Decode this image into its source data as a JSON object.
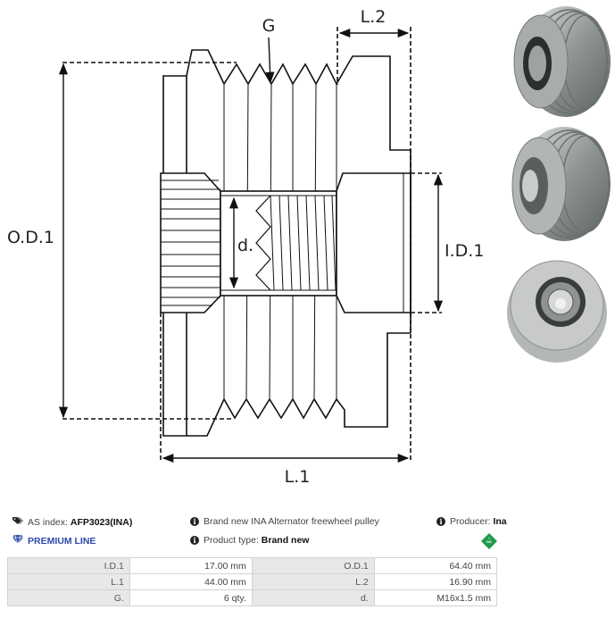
{
  "diagram": {
    "labels": {
      "groove": "G",
      "l2": "L.2",
      "l1": "L.1",
      "od1": "O.D.1",
      "id1": "I.D.1",
      "thread_d": "d."
    }
  },
  "photos": [
    {
      "name": "pulley-front-splined-view"
    },
    {
      "name": "pulley-angled-view"
    },
    {
      "name": "pulley-face-view"
    }
  ],
  "info": {
    "as_index_label": "AS index:",
    "as_index_value": "AFP3023(INA)",
    "premium_line": "PREMIUM LINE",
    "description": "Brand new INA Alternator freewheel pulley",
    "product_type_label": "Product type:",
    "product_type_value": "Brand new",
    "producer_label": "Producer:",
    "producer_value": "Ina",
    "icons": {
      "tag": "tag-icon",
      "diamond": "diamond-icon",
      "info": "info-circle-icon",
      "brand": "ina-logo-icon"
    },
    "colors": {
      "premium": "#2a4aa8",
      "ina_green": "#1e9a4a"
    }
  },
  "specs": [
    {
      "k1": "I.D.1",
      "v1": "17.00 mm",
      "k2": "O.D.1",
      "v2": "64.40 mm"
    },
    {
      "k1": "L.1",
      "v1": "44.00 mm",
      "k2": "L.2",
      "v2": "16.90 mm"
    },
    {
      "k1": "G.",
      "v1": "6 qty.",
      "k2": "d.",
      "v2": "M16x1.5 mm"
    }
  ]
}
